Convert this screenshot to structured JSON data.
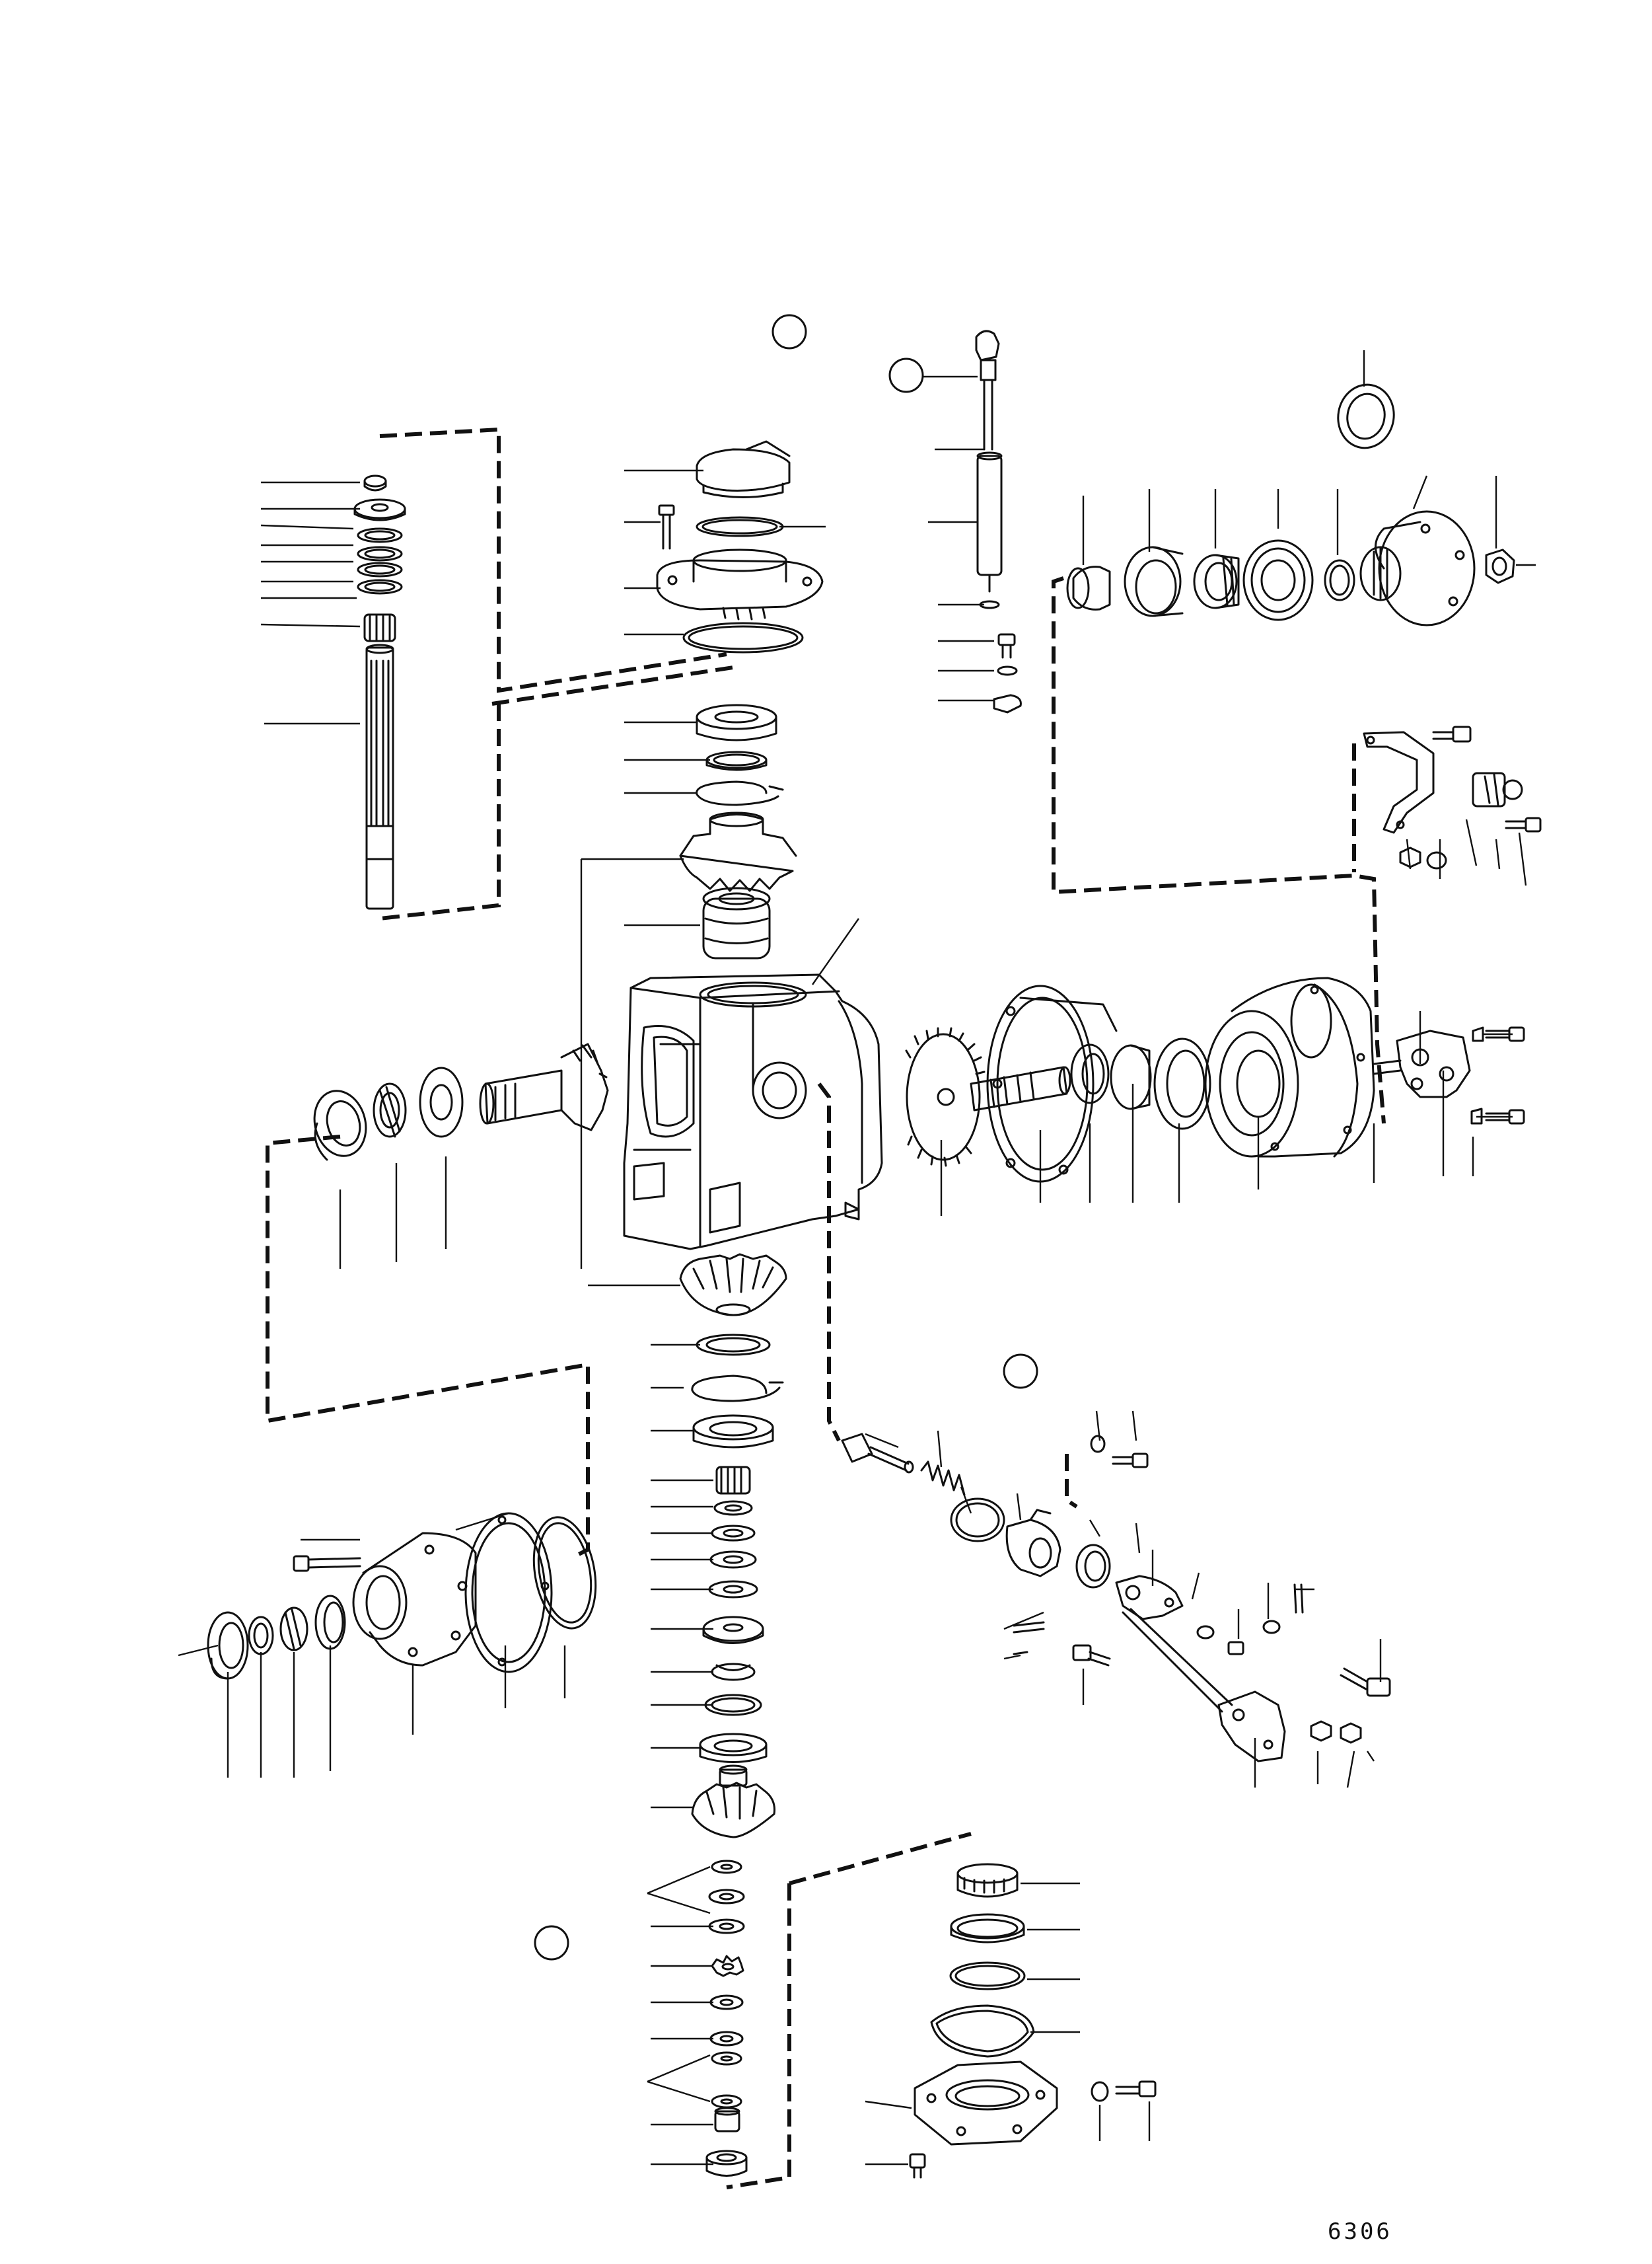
{
  "figure_number": "6306",
  "callout_markers": [
    {
      "name": "callout-marker-top-center"
    },
    {
      "name": "callout-marker-cable"
    },
    {
      "name": "callout-marker-lever"
    },
    {
      "name": "callout-marker-lower-left"
    }
  ],
  "line_color": "#111111",
  "background_color": "#ffffff"
}
